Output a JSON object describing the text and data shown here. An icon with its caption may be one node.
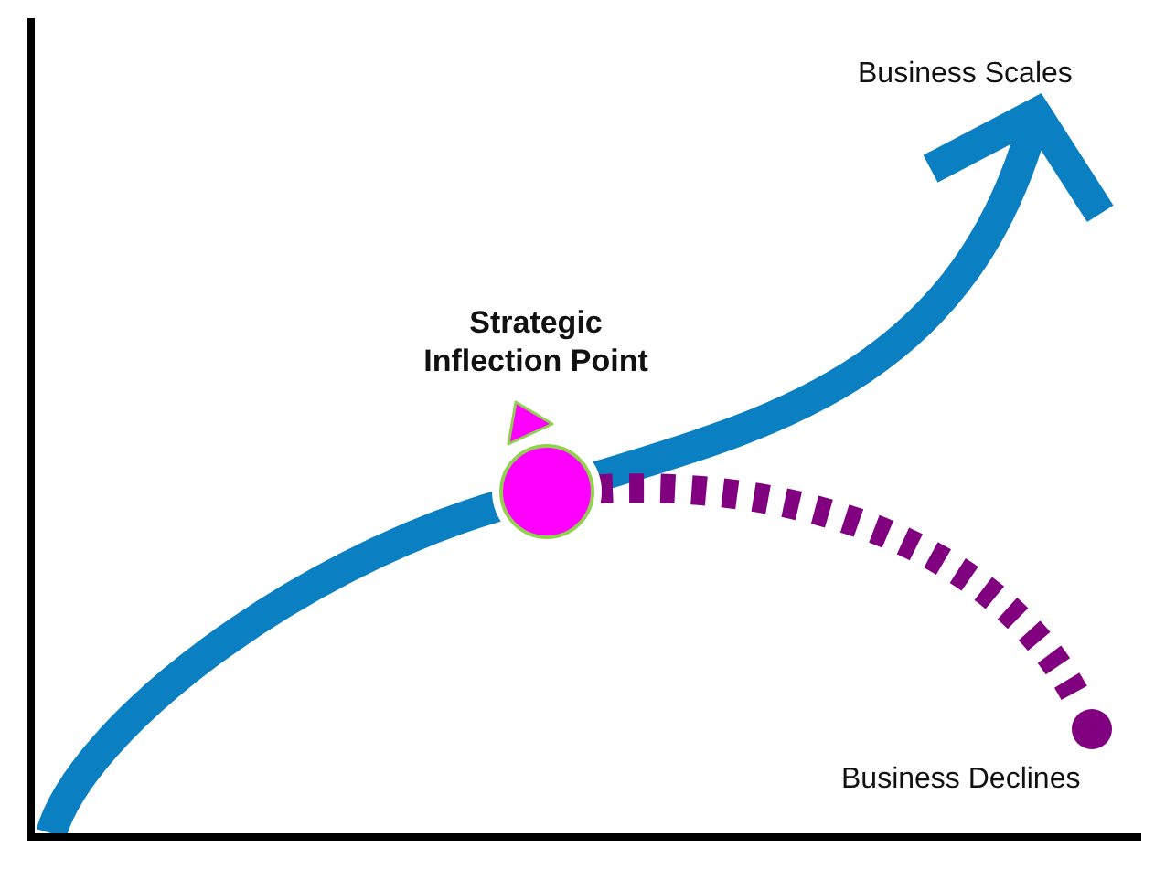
{
  "diagram": {
    "nodes": [
      {
        "text": [
          "Business Scales"
        ]
      },
      {
        "text": [],
        "shape": "circle",
        "beside": [
          "Strategic Inflection Point"
        ]
      },
      {
        "text": [],
        "shape": "circle",
        "beside": [
          "Business Declines"
        ]
      }
    ],
    "edges": [
      {
        "from": null,
        "to": 1,
        "arrow": "none"
      },
      {
        "from": 1,
        "to": 0,
        "arrow": "to"
      },
      {
        "from": 1,
        "to": 2,
        "arrow": "none",
        "style": "dashed",
        "color": "#800080"
      }
    ]
  }
}
